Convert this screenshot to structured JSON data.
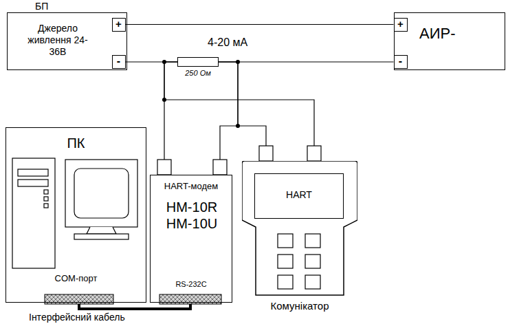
{
  "diagram": {
    "nodes": [
      {
        "text": [
          "БП",
          "Джерело живлення 24-36В"
        ]
      },
      {
        "text": [
          "+"
        ],
        "in": 0
      },
      {
        "text": [
          "-"
        ],
        "in": 0
      },
      {
        "text": [
          "250 Ом"
        ]
      },
      {
        "text": [
          "АИР-"
        ]
      },
      {
        "text": [
          "+"
        ],
        "in": 4
      },
      {
        "text": [
          "-"
        ],
        "in": 4
      },
      {
        "text": [
          "ПК",
          "COM-порт"
        ]
      },
      {
        "text": [
          "HART-модем",
          "HM-10R HM-10U",
          "RS-232C"
        ]
      },
      {
        "text": [
          "Комунікатор"
        ]
      },
      {
        "text": [
          "HART"
        ],
        "in": 9
      }
    ],
    "edges": [
      {
        "from": 1,
        "to": 5,
        "arrow": "none"
      },
      {
        "from": 2,
        "to": 3,
        "arrow": "none"
      },
      {
        "from": 3,
        "to": 6,
        "arrow": "none"
      },
      {
        "from": 8,
        "to": 3,
        "arrow": "none"
      },
      {
        "from": 8,
        "to": 3,
        "arrow": "none"
      },
      {
        "from": 9,
        "to": 3,
        "arrow": "none"
      },
      {
        "from": 9,
        "to": 3,
        "arrow": "none"
      },
      {
        "from": 7,
        "to": 8,
        "label": "Інтерфейсний кабель",
        "arrow": "none"
      }
    ],
    "labels": [
      "4-20 мА"
    ]
  }
}
